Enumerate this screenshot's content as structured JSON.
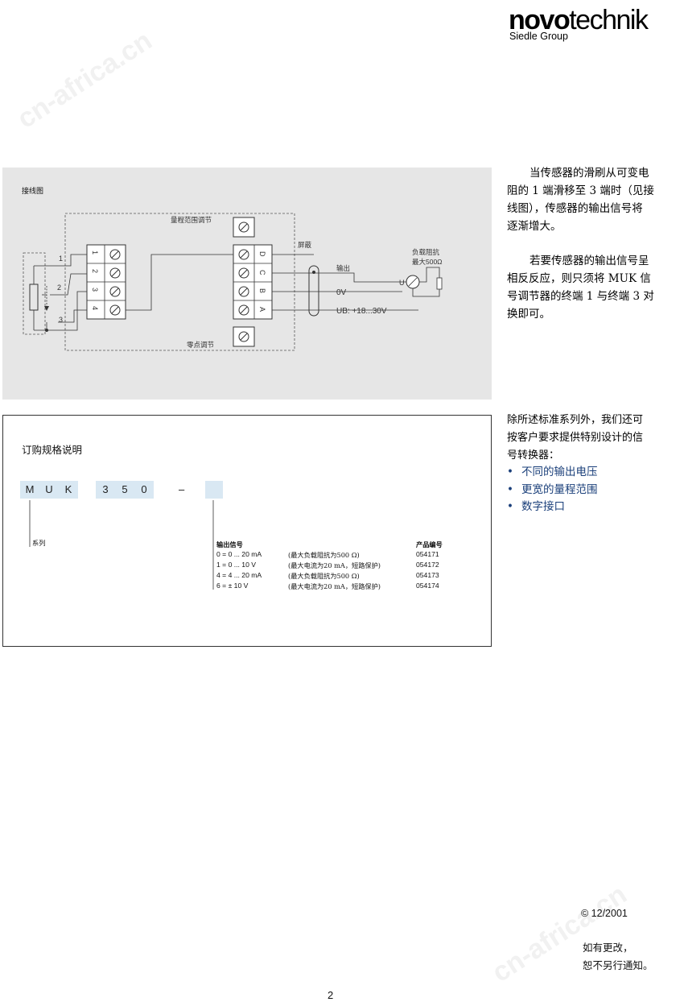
{
  "header": {
    "brand_bold": "novo",
    "brand_light": "technik",
    "subtitle": "Siedle Group"
  },
  "watermark": "cn-africa.cn",
  "diagram": {
    "title": "接线图",
    "range_label": "量程范围调节",
    "zero_label": "零点调节",
    "shield_label": "屏蔽",
    "output_label": "输出",
    "load_label_1": "负载阻抗",
    "load_label_2": "最大500Ω",
    "zero_v_label": "0V",
    "supply_label": "UB: +18...30V",
    "meter_label": "U",
    "terminals_left": [
      "1",
      "2",
      "3",
      "4"
    ],
    "terminals_right": [
      "D",
      "C",
      "B",
      "A"
    ],
    "pot_pins": [
      "1",
      "2",
      "3"
    ]
  },
  "description": {
    "para1": [
      "当传感器的滑刷从可变电",
      "阻的 1 端滑移至 3 端时（见接",
      "线图），传感器的输出信号将",
      "逐渐增大。"
    ],
    "para2": [
      "若要传感器的输出信号呈",
      "相反反应，则只须将 MUK 信",
      "号调节器的终端 1 与终端 3 对",
      "换即可。"
    ]
  },
  "ordering": {
    "title": "订购规格说明",
    "code_letters": [
      "M",
      "U",
      "K",
      "3",
      "5",
      "0"
    ],
    "dash": "–",
    "series_label": "系列",
    "output_header": "输出信号",
    "product_header": "产品编号",
    "rows": [
      {
        "signal": "0 = 0 ... 20 mA",
        "note": "(最大负载阻抗为500 Ω)",
        "code": "054171"
      },
      {
        "signal": "1 = 0 ... 10 V",
        "note": "(最大电流为20 mA，短路保护)",
        "code": "054172"
      },
      {
        "signal": "4 = 4 ... 20 mA",
        "note": "(最大负载阻抗为500 Ω)",
        "code": "054173"
      },
      {
        "signal": "6 =  ± 10 V",
        "note": "(最大电流为20 mA，短路保护)",
        "code": "054174"
      }
    ]
  },
  "special": {
    "intro": [
      "除所述标准系列外，我们还可",
      "按客户要求提供特别设计的信",
      "号转换器："
    ],
    "items": [
      "不同的输出电压",
      "更宽的量程范围",
      "数字接口"
    ],
    "bullet": "•"
  },
  "footer": {
    "copyright": "© 12/2001",
    "notice_1": "如有更改，",
    "notice_2": "恕不另行通知。",
    "page": "2"
  }
}
